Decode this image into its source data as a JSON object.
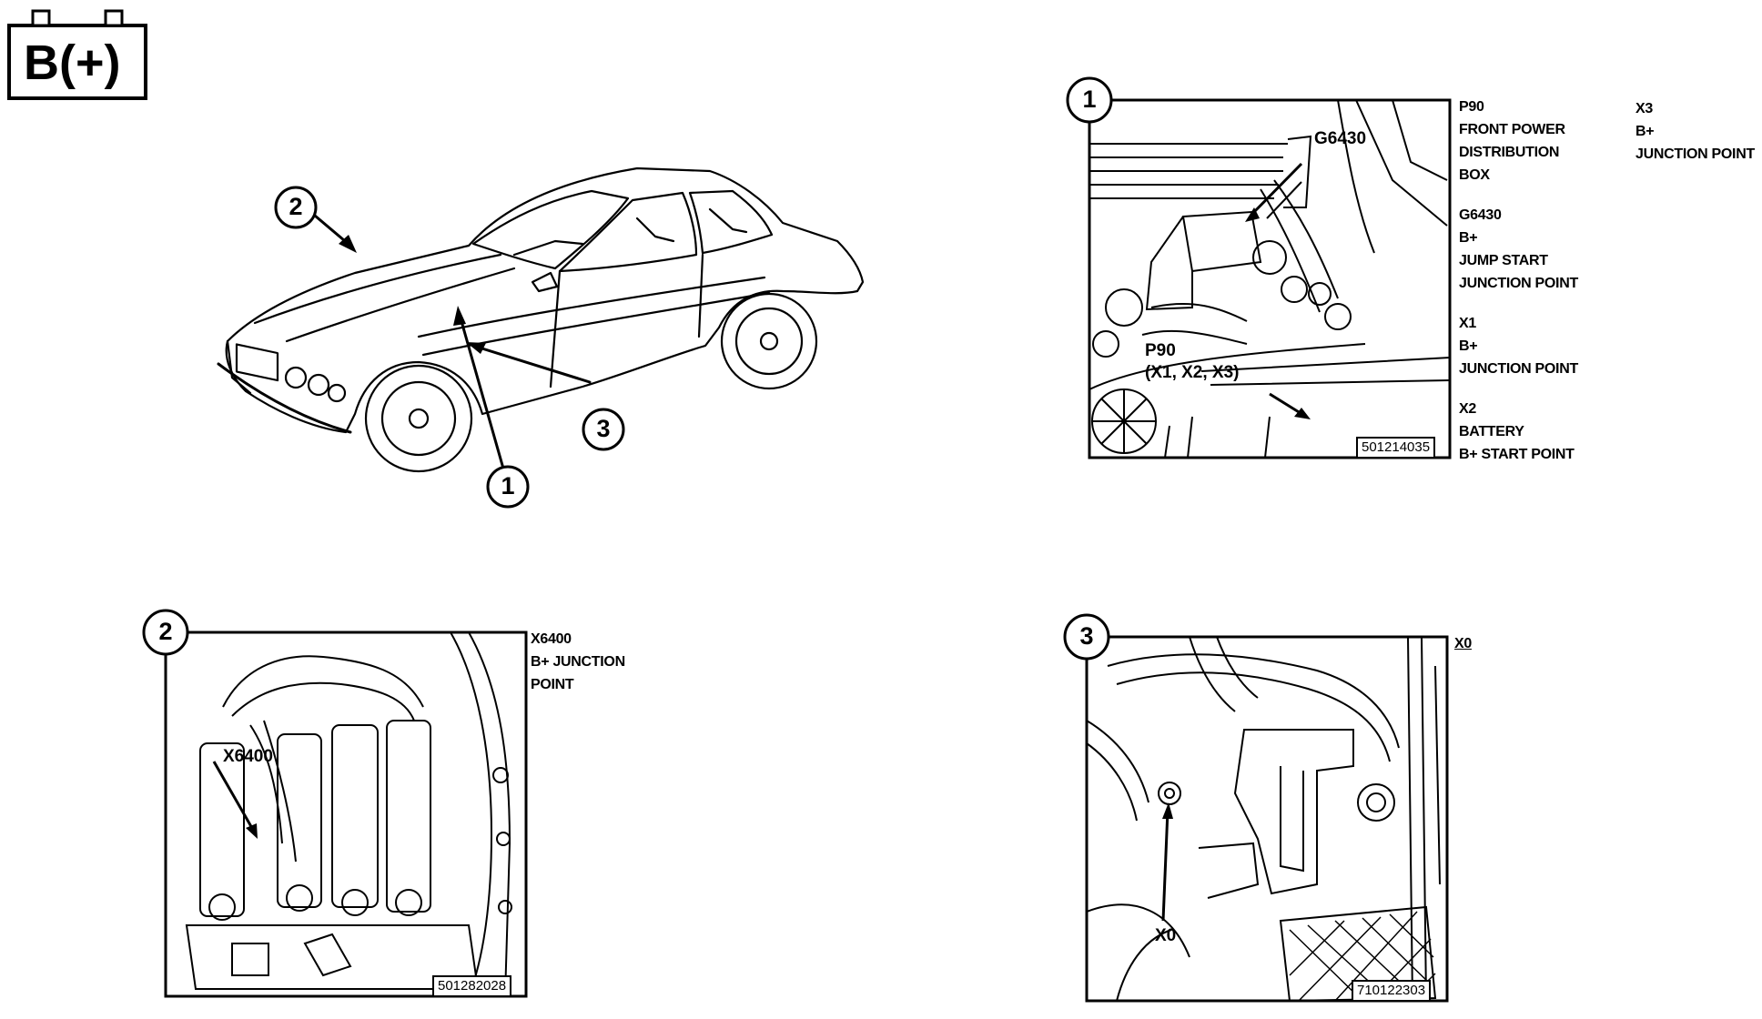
{
  "badge": {
    "text": "B(+)"
  },
  "car_view": {
    "callouts": [
      "2",
      "3",
      "1"
    ]
  },
  "inset1": {
    "number": "1",
    "labels": {
      "g6430": "G6430",
      "p90_line1": "P90",
      "p90_line2": "(X1, X2, X3)"
    },
    "part_number": "501214035",
    "legend_col1": [
      "P90",
      "FRONT POWER",
      "DISTRIBUTION",
      "BOX",
      "",
      "G6430",
      "B+",
      "JUMP START",
      "JUNCTION POINT",
      "",
      "X1",
      "B+",
      "JUNCTION POINT",
      "",
      "X2",
      "BATTERY",
      "B+  START POINT"
    ],
    "legend_col2": [
      "X3",
      "B+",
      "JUNCTION POINT"
    ]
  },
  "inset2": {
    "number": "2",
    "labels": {
      "x6400": "X6400"
    },
    "part_number": "501282028",
    "legend": [
      "X6400",
      "B+ JUNCTION",
      "POINT"
    ]
  },
  "inset3": {
    "number": "3",
    "labels": {
      "x0": "X0"
    },
    "part_number": "710122303",
    "legend": [
      "X0"
    ]
  }
}
